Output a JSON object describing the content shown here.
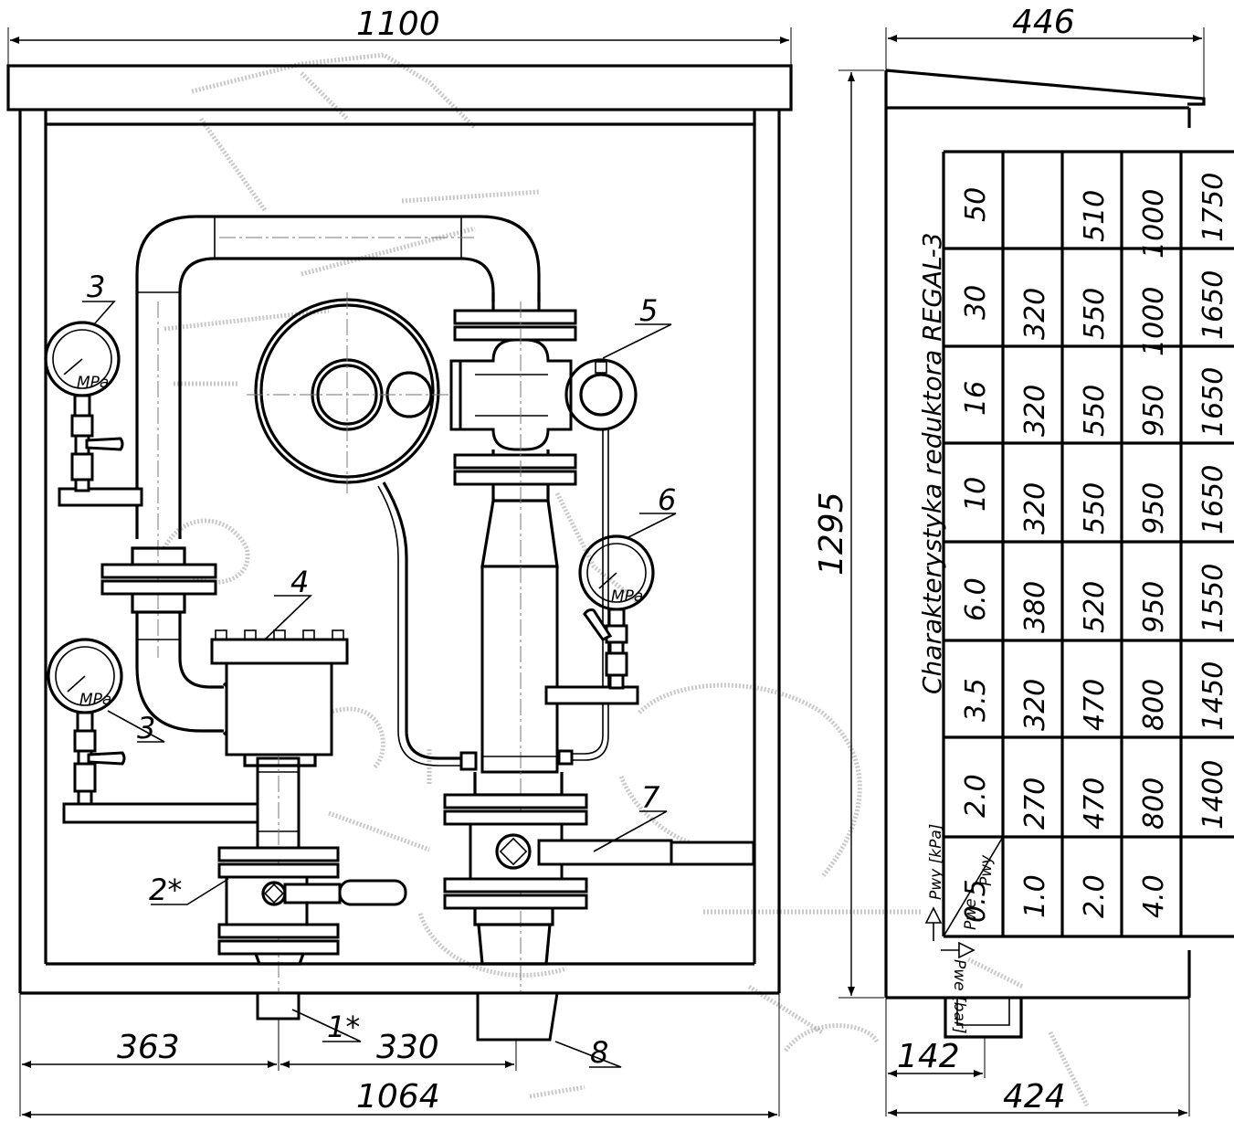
{
  "dimensions": {
    "width_top": "1100",
    "width_bottom": "1064",
    "offset_left": "363",
    "offset_mid": "330",
    "height": "1295",
    "side_depth": "446",
    "side_base": "424",
    "side_offset": "142"
  },
  "callouts": {
    "c1": "1*",
    "c2": "2*",
    "c3a": "3",
    "c3b": "3",
    "c4": "4",
    "c5": "5",
    "c6": "6",
    "c7": "7",
    "c8": "8"
  },
  "gauge_unit": "MPa",
  "table": {
    "title": "Charakterystyka  reduktora  REGAL-3",
    "header_pwy": "Pwy  [kPa]",
    "header_pwe": "Pwe  [bar]",
    "corner_pwy": "Pwy",
    "corner_pwe": "Pwe",
    "pwy_values": [
      "0.5",
      "2.0",
      "3.5",
      "6.0",
      "10",
      "16",
      "30",
      "50"
    ],
    "rows": [
      {
        "pwe": "1.0",
        "values": [
          "270",
          "320",
          "380",
          "320",
          "320",
          "320",
          ""
        ]
      },
      {
        "pwe": "2.0",
        "values": [
          "470",
          "470",
          "520",
          "550",
          "550",
          "550",
          "510"
        ]
      },
      {
        "pwe": "4.0",
        "values": [
          "800",
          "800",
          "950",
          "950",
          "950",
          "1000",
          "1000"
        ]
      },
      {
        "pwe": "",
        "values": [
          "1400",
          "1450",
          "1550",
          "1650",
          "1650",
          "1650",
          "1750"
        ]
      }
    ]
  }
}
